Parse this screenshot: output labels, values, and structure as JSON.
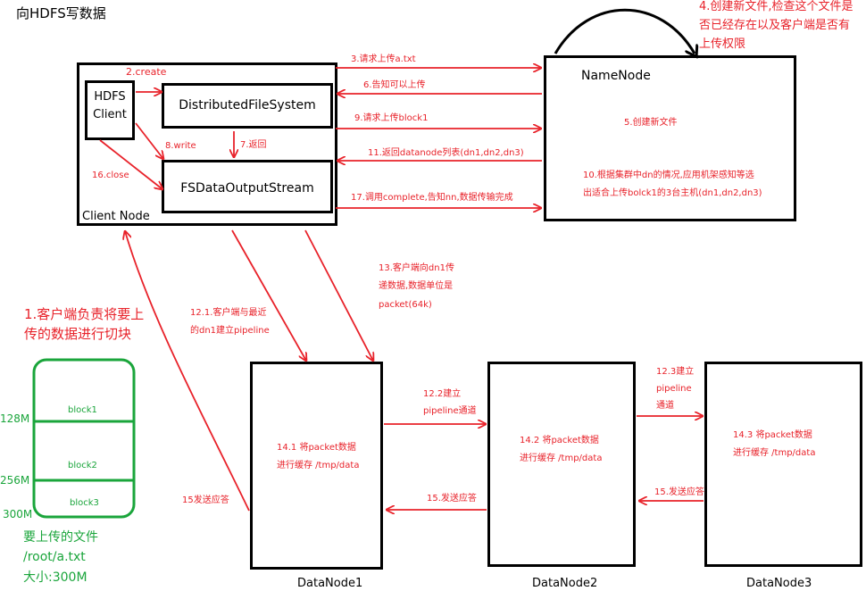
{
  "title": "向HDFS写数据",
  "client_node": {
    "label": "Client Node",
    "hdfs_client": "HDFS\nClient",
    "dfs": "DistributedFileSystem",
    "fsdos": "FSDataOutputStream"
  },
  "namenode": {
    "label": "NameNode",
    "step5": "5.创建新文件",
    "step10_line1": "10.根据集群中dn的情况,应用机架感知等选",
    "step10_line2": "出适合上传bolck1的3台主机(dn1,dn2,dn3)"
  },
  "step4": {
    "line1": "4.创建新文件,检查这个文件是",
    "line2": "否已经存在以及客户端是否有",
    "line3": "上传权限"
  },
  "arrows": {
    "create": "2.create",
    "write": "8.write",
    "return": "7.返回",
    "close": "16.close",
    "req_upload": "3.请求上传a.txt",
    "can_upload": "6.告知可以上传",
    "req_block": "9.请求上传block1",
    "return_list": "11.返回datanode列表(dn1,dn2,dn3)",
    "complete": "17.调用complete,告知nn,数据传输完成",
    "pipeline_dn1_l1": "12.1.客户端与最近",
    "pipeline_dn1_l2": "的dn1建立pipeline",
    "transfer_l1": "13.客户端向dn1传",
    "transfer_l2": "递数据,数据单位是",
    "transfer_l3": "packet(64k)",
    "pipeline_dn2_l1": "12.2建立",
    "pipeline_dn2_l2": "pipeline通道",
    "pipeline_dn3_l1": "12.3建立",
    "pipeline_dn3_l2": "pipeline",
    "pipeline_dn3_l3": "通道",
    "ack_client": "15发送应答",
    "ack_dn2_dn1": "15.发送应答",
    "ack_dn3_dn2": "15.发送应答"
  },
  "datanodes": [
    {
      "name": "DataNode1",
      "line1": "14.1 将packet数据",
      "line2": "进行缓存 /tmp/data"
    },
    {
      "name": "DataNode2",
      "line1": "14.2 将packet数据",
      "line2": "进行缓存 /tmp/data"
    },
    {
      "name": "DataNode3",
      "line1": "14.3 将packet数据",
      "line2": "进行缓存 /tmp/data"
    }
  ],
  "split": {
    "note_l1": "1.客户端负责将要上",
    "note_l2": "传的数据进行切块",
    "blocks": [
      "block1",
      "block2",
      "block3"
    ],
    "sizes": [
      "128M",
      "256M",
      "300M"
    ],
    "file_l1": "要上传的文件",
    "file_l2": "/root/a.txt",
    "file_l3": "大小:300M"
  },
  "colors": {
    "arrow": "#e8222a",
    "block": "#1aa53b",
    "border": "#000000"
  }
}
